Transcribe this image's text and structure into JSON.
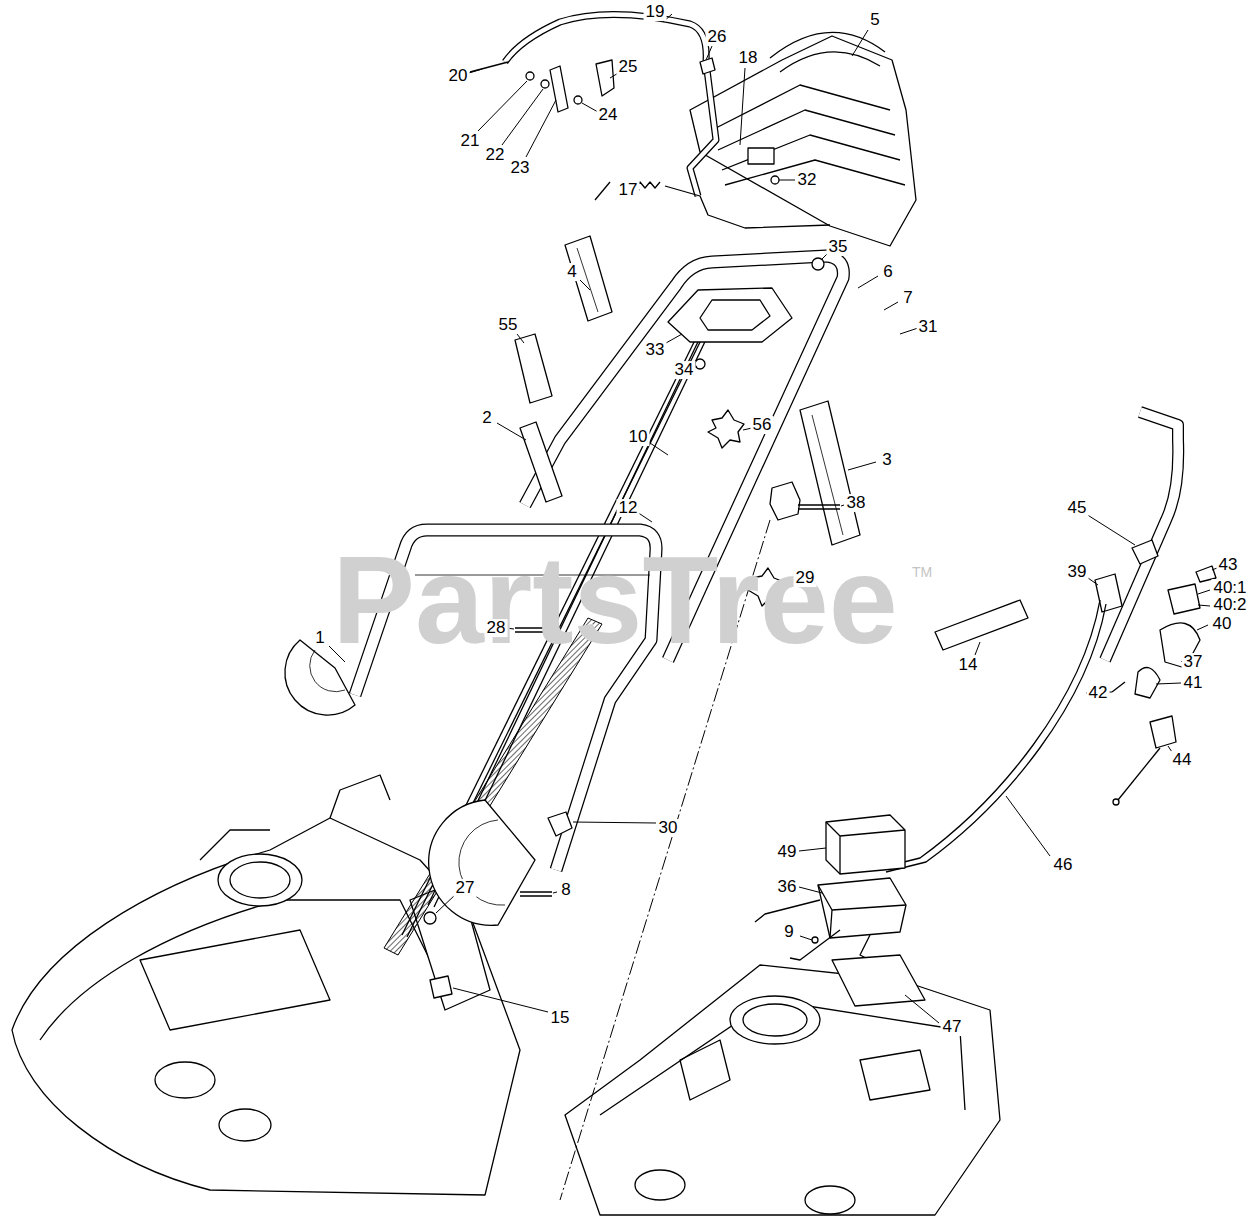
{
  "diagram": {
    "labels": [
      "19",
      "5",
      "26",
      "18",
      "25",
      "20",
      "24",
      "21",
      "22",
      "23",
      "32",
      "17",
      "35",
      "4",
      "6",
      "7",
      "55",
      "31",
      "33",
      "34",
      "2",
      "56",
      "10",
      "3",
      "38",
      "12",
      "45",
      "43",
      "39",
      "29",
      "40:1",
      "40:2",
      "40",
      "28",
      "1",
      "37",
      "14",
      "41",
      "42",
      "44",
      "30",
      "49",
      "46",
      "36",
      "27",
      "8",
      "9",
      "15",
      "47",
      "PartsTree",
      "TM"
    ]
  }
}
